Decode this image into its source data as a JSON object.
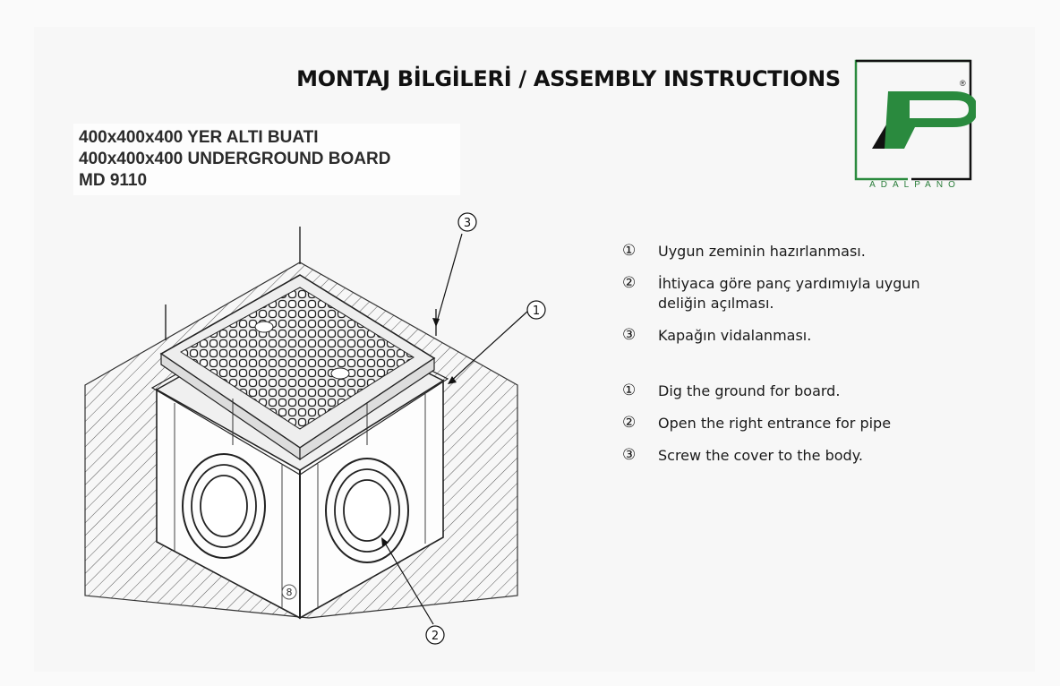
{
  "title": "MONTAJ BİLGİLERİ / ASSEMBLY INSTRUCTIONS",
  "product": {
    "line1": "400x400x400  YER ALTI BUATI",
    "line2": "400x400x400  UNDERGROUND BOARD",
    "line3": "MD 9110"
  },
  "logo": {
    "mark": "AP",
    "registered": "®",
    "brand": "ADALPANO",
    "colors": {
      "green": "#2a8a3e",
      "black": "#111111"
    }
  },
  "callouts": {
    "c1": "1",
    "c2": "2",
    "c3": "3",
    "c8": "8"
  },
  "steps_tr": [
    {
      "num": "①",
      "text": "Uygun zeminin hazırlanması."
    },
    {
      "num": "②",
      "text": "İhtiyaca göre panç yardımıyla uygun deliğin açılması."
    },
    {
      "num": "③",
      "text": "Kapağın vidalanması."
    }
  ],
  "steps_en": [
    {
      "num": "①",
      "text": "Dig the ground for board."
    },
    {
      "num": "②",
      "text": "Open the right entrance for pipe"
    },
    {
      "num": "③",
      "text": "Screw the cover to the body."
    }
  ]
}
